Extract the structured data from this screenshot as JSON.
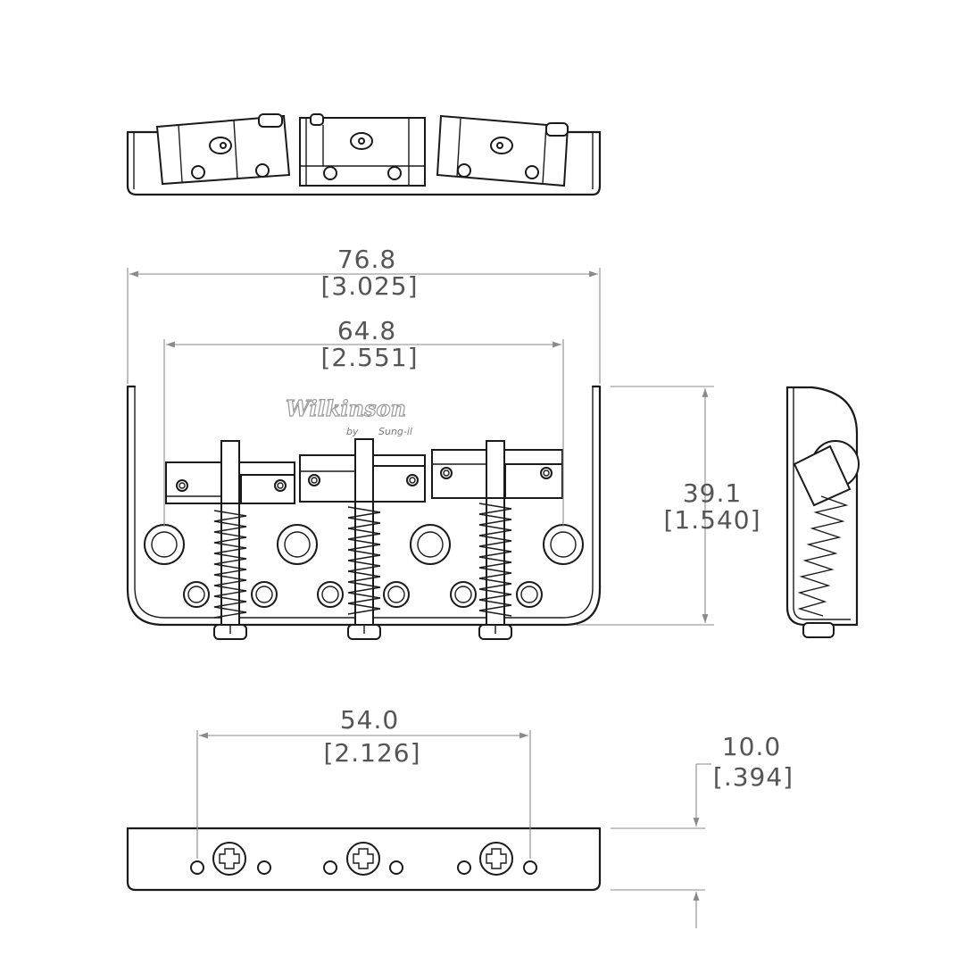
{
  "brand": {
    "logo_text": "Wilkinson",
    "byline": "by",
    "signature": "Sung-il"
  },
  "dimensions": {
    "overall_width": {
      "mm": "76.8",
      "in": "[3.025]"
    },
    "saddle_span": {
      "mm": "64.8",
      "in": "[2.551]"
    },
    "depth": {
      "mm": "39.1",
      "in": "[1.540]"
    },
    "mount_spacing": {
      "mm": "54.0",
      "in": "[2.126]"
    },
    "plate_height": {
      "mm": "10.0",
      "in": "[.394]"
    }
  },
  "colors": {
    "outline": "#1a1a1a",
    "dimension_line": "#8a8a8a",
    "dimension_text": "#555555",
    "background": "#ffffff"
  },
  "views": [
    "top-view",
    "front-view",
    "side-view",
    "rear-view"
  ]
}
